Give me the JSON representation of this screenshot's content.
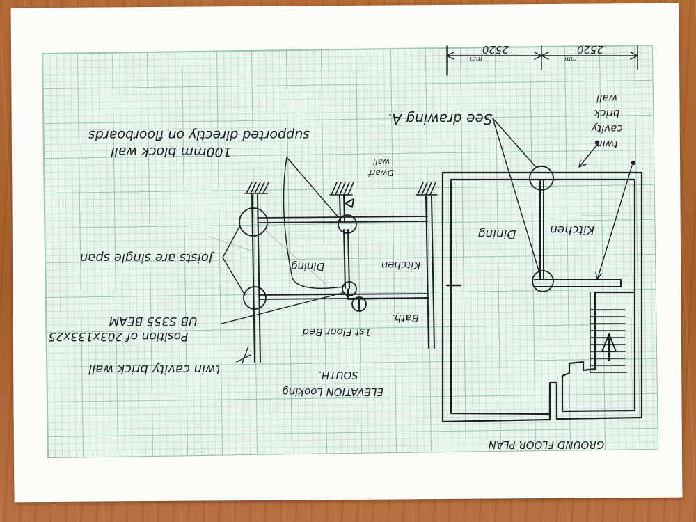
{
  "plan": {
    "title": "GROUND FLOOR PLAN",
    "dimension_unit": "mm",
    "dimension_left": "2520",
    "dimension_right": "2520",
    "kitchen_label": "Kitchen",
    "dining_label": "Dining",
    "see_drawing": "See drawing A.",
    "wall_note_line1": "twin",
    "wall_note_line2": "cavity",
    "wall_note_line3": "brick",
    "wall_note_line4": "wall"
  },
  "elevation": {
    "title_line1": "ELEVATION Looking",
    "title_line2": "SOUTH.",
    "block_wall_line1": "100mm block wall",
    "block_wall_line2": "supported directly on floorboards",
    "dwarf_wall_line1": "Dwarf",
    "dwarf_wall_line2": "wall",
    "joists_note": "Joists are single span",
    "beam_line1": "Position of 203x133x25",
    "beam_line2": "UB S355 BEAM",
    "cavity_wall": "twin cavity brick wall",
    "kitchen_label": "Kitchen",
    "dining_label": "Dining",
    "bath_label": "Bath.",
    "bed_label": "1st Floor Bed"
  }
}
